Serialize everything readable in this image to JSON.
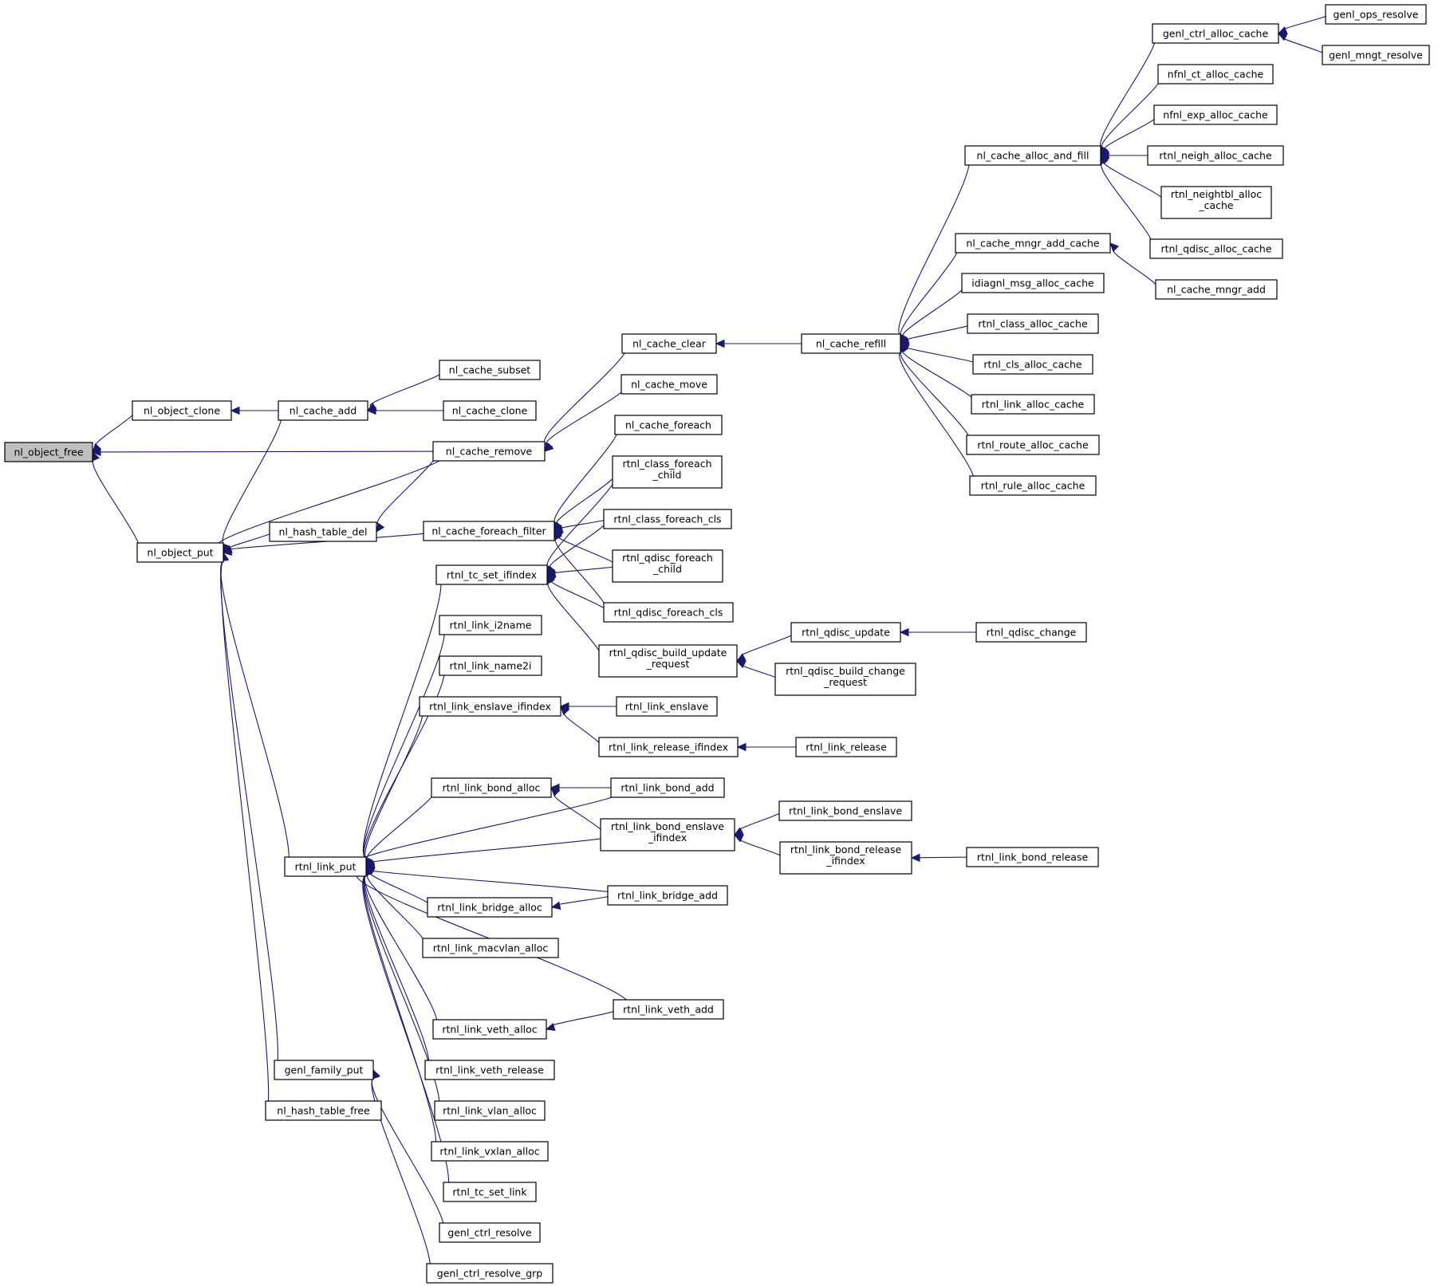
{
  "diagram": {
    "title": "Caller graph of nl_object_free",
    "edge_color": "#191970",
    "root_fill": "#bfbfbf",
    "nodes": [
      {
        "id": "nl_object_free",
        "label": "nl_object_free"
      },
      {
        "id": "nl_object_clone",
        "label": "nl_object_clone"
      },
      {
        "id": "nl_object_put",
        "label": "nl_object_put"
      },
      {
        "id": "nl_cache_add",
        "label": "nl_cache_add"
      },
      {
        "id": "nl_cache_remove",
        "label": "nl_cache_remove"
      },
      {
        "id": "nl_hash_table_del",
        "label": "nl_hash_table_del"
      },
      {
        "id": "nl_cache_foreach_filter",
        "label": "nl_cache_foreach_filter"
      },
      {
        "id": "rtnl_link_put",
        "label": "rtnl_link_put"
      },
      {
        "id": "genl_family_put",
        "label": "genl_family_put"
      },
      {
        "id": "nl_hash_table_free",
        "label": "nl_hash_table_free"
      },
      {
        "id": "nl_cache_subset",
        "label": "nl_cache_subset"
      },
      {
        "id": "nl_cache_clone",
        "label": "nl_cache_clone"
      },
      {
        "id": "nl_cache_clear",
        "label": "nl_cache_clear"
      },
      {
        "id": "nl_cache_move",
        "label": "nl_cache_move"
      },
      {
        "id": "nl_cache_foreach",
        "label": "nl_cache_foreach"
      },
      {
        "id": "rtnl_class_foreach_child",
        "label": "rtnl_class_foreach\n_child"
      },
      {
        "id": "rtnl_class_foreach_cls",
        "label": "rtnl_class_foreach_cls"
      },
      {
        "id": "rtnl_qdisc_foreach_child",
        "label": "rtnl_qdisc_foreach\n_child"
      },
      {
        "id": "rtnl_qdisc_foreach_cls",
        "label": "rtnl_qdisc_foreach_cls"
      },
      {
        "id": "rtnl_tc_set_ifindex",
        "label": "rtnl_tc_set_ifindex"
      },
      {
        "id": "rtnl_qdisc_build_update_request",
        "label": "rtnl_qdisc_build_update\n_request"
      },
      {
        "id": "rtnl_qdisc_update",
        "label": "rtnl_qdisc_update"
      },
      {
        "id": "rtnl_qdisc_build_change_request",
        "label": "rtnl_qdisc_build_change\n_request"
      },
      {
        "id": "rtnl_qdisc_change",
        "label": "rtnl_qdisc_change"
      },
      {
        "id": "rtnl_link_i2name",
        "label": "rtnl_link_i2name"
      },
      {
        "id": "rtnl_link_name2i",
        "label": "rtnl_link_name2i"
      },
      {
        "id": "rtnl_link_enslave_ifindex",
        "label": "rtnl_link_enslave_ifindex"
      },
      {
        "id": "rtnl_link_enslave",
        "label": "rtnl_link_enslave"
      },
      {
        "id": "rtnl_link_release_ifindex",
        "label": "rtnl_link_release_ifindex"
      },
      {
        "id": "rtnl_link_release",
        "label": "rtnl_link_release"
      },
      {
        "id": "rtnl_link_bond_alloc",
        "label": "rtnl_link_bond_alloc"
      },
      {
        "id": "rtnl_link_bond_add",
        "label": "rtnl_link_bond_add"
      },
      {
        "id": "rtnl_link_bond_enslave_ifindex",
        "label": "rtnl_link_bond_enslave\n_ifindex"
      },
      {
        "id": "rtnl_link_bond_enslave",
        "label": "rtnl_link_bond_enslave"
      },
      {
        "id": "rtnl_link_bond_release_ifindex",
        "label": "rtnl_link_bond_release\n_ifindex"
      },
      {
        "id": "rtnl_link_bond_release",
        "label": "rtnl_link_bond_release"
      },
      {
        "id": "rtnl_link_bridge_alloc",
        "label": "rtnl_link_bridge_alloc"
      },
      {
        "id": "rtnl_link_bridge_add",
        "label": "rtnl_link_bridge_add"
      },
      {
        "id": "rtnl_link_macvlan_alloc",
        "label": "rtnl_link_macvlan_alloc"
      },
      {
        "id": "rtnl_link_veth_alloc",
        "label": "rtnl_link_veth_alloc"
      },
      {
        "id": "rtnl_link_veth_add",
        "label": "rtnl_link_veth_add"
      },
      {
        "id": "rtnl_link_veth_release",
        "label": "rtnl_link_veth_release"
      },
      {
        "id": "rtnl_link_vlan_alloc",
        "label": "rtnl_link_vlan_alloc"
      },
      {
        "id": "rtnl_link_vxlan_alloc",
        "label": "rtnl_link_vxlan_alloc"
      },
      {
        "id": "rtnl_tc_set_link",
        "label": "rtnl_tc_set_link"
      },
      {
        "id": "genl_ctrl_resolve",
        "label": "genl_ctrl_resolve"
      },
      {
        "id": "genl_ctrl_resolve_grp",
        "label": "genl_ctrl_resolve_grp"
      },
      {
        "id": "nl_cache_refill",
        "label": "nl_cache_refill"
      },
      {
        "id": "nl_cache_alloc_and_fill",
        "label": "nl_cache_alloc_and_fill"
      },
      {
        "id": "nl_cache_mngr_add_cache",
        "label": "nl_cache_mngr_add_cache"
      },
      {
        "id": "idiagnl_msg_alloc_cache",
        "label": "idiagnl_msg_alloc_cache"
      },
      {
        "id": "rtnl_class_alloc_cache",
        "label": "rtnl_class_alloc_cache"
      },
      {
        "id": "rtnl_cls_alloc_cache",
        "label": "rtnl_cls_alloc_cache"
      },
      {
        "id": "rtnl_link_alloc_cache",
        "label": "rtnl_link_alloc_cache"
      },
      {
        "id": "rtnl_route_alloc_cache",
        "label": "rtnl_route_alloc_cache"
      },
      {
        "id": "rtnl_rule_alloc_cache",
        "label": "rtnl_rule_alloc_cache"
      },
      {
        "id": "genl_ctrl_alloc_cache",
        "label": "genl_ctrl_alloc_cache"
      },
      {
        "id": "genl_ops_resolve",
        "label": "genl_ops_resolve"
      },
      {
        "id": "genl_mngt_resolve",
        "label": "genl_mngt_resolve"
      },
      {
        "id": "nfnl_ct_alloc_cache",
        "label": "nfnl_ct_alloc_cache"
      },
      {
        "id": "nfnl_exp_alloc_cache",
        "label": "nfnl_exp_alloc_cache"
      },
      {
        "id": "rtnl_neigh_alloc_cache",
        "label": "rtnl_neigh_alloc_cache"
      },
      {
        "id": "rtnl_neightbl_alloc_cache",
        "label": "rtnl_neightbl_alloc\n_cache"
      },
      {
        "id": "rtnl_qdisc_alloc_cache",
        "label": "rtnl_qdisc_alloc_cache"
      },
      {
        "id": "nl_cache_mngr_add",
        "label": "nl_cache_mngr_add"
      }
    ],
    "edges": [
      [
        "nl_object_clone",
        "nl_object_free"
      ],
      [
        "nl_object_put",
        "nl_object_free"
      ],
      [
        "nl_cache_remove",
        "nl_object_free"
      ],
      [
        "nl_cache_add",
        "nl_object_clone"
      ],
      [
        "nl_cache_add",
        "nl_object_put"
      ],
      [
        "nl_cache_remove",
        "nl_object_put"
      ],
      [
        "nl_hash_table_del",
        "nl_object_put"
      ],
      [
        "nl_cache_foreach_filter",
        "nl_object_put"
      ],
      [
        "rtnl_link_put",
        "nl_object_put"
      ],
      [
        "genl_family_put",
        "nl_object_put"
      ],
      [
        "nl_hash_table_free",
        "nl_object_put"
      ],
      [
        "nl_cache_subset",
        "nl_cache_add"
      ],
      [
        "nl_cache_clone",
        "nl_cache_add"
      ],
      [
        "nl_cache_clear",
        "nl_cache_remove"
      ],
      [
        "nl_cache_move",
        "nl_cache_remove"
      ],
      [
        "nl_cache_remove",
        "nl_hash_table_del"
      ],
      [
        "nl_cache_refill",
        "nl_cache_clear"
      ],
      [
        "nl_cache_foreach",
        "nl_cache_foreach_filter"
      ],
      [
        "rtnl_class_foreach_child",
        "nl_cache_foreach_filter"
      ],
      [
        "rtnl_class_foreach_cls",
        "nl_cache_foreach_filter"
      ],
      [
        "rtnl_qdisc_foreach_child",
        "nl_cache_foreach_filter"
      ],
      [
        "rtnl_qdisc_foreach_cls",
        "nl_cache_foreach_filter"
      ],
      [
        "rtnl_class_foreach_child",
        "rtnl_tc_set_ifindex"
      ],
      [
        "rtnl_class_foreach_cls",
        "rtnl_tc_set_ifindex"
      ],
      [
        "rtnl_qdisc_foreach_child",
        "rtnl_tc_set_ifindex"
      ],
      [
        "rtnl_qdisc_foreach_cls",
        "rtnl_tc_set_ifindex"
      ],
      [
        "rtnl_qdisc_build_update_request",
        "rtnl_tc_set_ifindex"
      ],
      [
        "rtnl_qdisc_update",
        "rtnl_qdisc_build_update_request"
      ],
      [
        "rtnl_qdisc_build_change_request",
        "rtnl_qdisc_build_update_request"
      ],
      [
        "rtnl_qdisc_change",
        "rtnl_qdisc_update"
      ],
      [
        "rtnl_tc_set_ifindex",
        "rtnl_link_put"
      ],
      [
        "rtnl_link_i2name",
        "rtnl_link_put"
      ],
      [
        "rtnl_link_name2i",
        "rtnl_link_put"
      ],
      [
        "rtnl_link_enslave_ifindex",
        "rtnl_link_put"
      ],
      [
        "rtnl_link_enslave",
        "rtnl_link_enslave_ifindex"
      ],
      [
        "rtnl_link_release_ifindex",
        "rtnl_link_enslave_ifindex"
      ],
      [
        "rtnl_link_release",
        "rtnl_link_release_ifindex"
      ],
      [
        "rtnl_link_bond_add",
        "rtnl_link_put"
      ],
      [
        "rtnl_link_bond_alloc",
        "rtnl_link_put"
      ],
      [
        "rtnl_link_bond_add",
        "rtnl_link_bond_alloc"
      ],
      [
        "rtnl_link_bond_enslave_ifindex",
        "rtnl_link_bond_alloc"
      ],
      [
        "rtnl_link_bond_enslave_ifindex",
        "rtnl_link_put"
      ],
      [
        "rtnl_link_bond_enslave",
        "rtnl_link_bond_enslave_ifindex"
      ],
      [
        "rtnl_link_bond_release_ifindex",
        "rtnl_link_bond_enslave_ifindex"
      ],
      [
        "rtnl_link_bond_release",
        "rtnl_link_bond_release_ifindex"
      ],
      [
        "rtnl_link_bridge_add",
        "rtnl_link_put"
      ],
      [
        "rtnl_link_bridge_alloc",
        "rtnl_link_put"
      ],
      [
        "rtnl_link_bridge_add",
        "rtnl_link_bridge_alloc"
      ],
      [
        "rtnl_link_macvlan_alloc",
        "rtnl_link_put"
      ],
      [
        "rtnl_link_veth_add",
        "rtnl_link_put"
      ],
      [
        "rtnl_link_veth_alloc",
        "rtnl_link_put"
      ],
      [
        "rtnl_link_veth_add",
        "rtnl_link_veth_alloc"
      ],
      [
        "rtnl_link_veth_release",
        "rtnl_link_put"
      ],
      [
        "rtnl_link_vlan_alloc",
        "rtnl_link_put"
      ],
      [
        "rtnl_link_vxlan_alloc",
        "rtnl_link_put"
      ],
      [
        "rtnl_tc_set_link",
        "rtnl_link_put"
      ],
      [
        "genl_ctrl_resolve",
        "genl_family_put"
      ],
      [
        "genl_ctrl_resolve_grp",
        "genl_family_put"
      ],
      [
        "nl_cache_alloc_and_fill",
        "nl_cache_refill"
      ],
      [
        "nl_cache_mngr_add_cache",
        "nl_cache_refill"
      ],
      [
        "idiagnl_msg_alloc_cache",
        "nl_cache_refill"
      ],
      [
        "rtnl_class_alloc_cache",
        "nl_cache_refill"
      ],
      [
        "rtnl_cls_alloc_cache",
        "nl_cache_refill"
      ],
      [
        "rtnl_link_alloc_cache",
        "nl_cache_refill"
      ],
      [
        "rtnl_route_alloc_cache",
        "nl_cache_refill"
      ],
      [
        "rtnl_rule_alloc_cache",
        "nl_cache_refill"
      ],
      [
        "genl_ctrl_alloc_cache",
        "nl_cache_alloc_and_fill"
      ],
      [
        "nfnl_ct_alloc_cache",
        "nl_cache_alloc_and_fill"
      ],
      [
        "nfnl_exp_alloc_cache",
        "nl_cache_alloc_and_fill"
      ],
      [
        "rtnl_neigh_alloc_cache",
        "nl_cache_alloc_and_fill"
      ],
      [
        "rtnl_neightbl_alloc_cache",
        "nl_cache_alloc_and_fill"
      ],
      [
        "rtnl_qdisc_alloc_cache",
        "nl_cache_alloc_and_fill"
      ],
      [
        "genl_ops_resolve",
        "genl_ctrl_alloc_cache"
      ],
      [
        "genl_mngt_resolve",
        "genl_ctrl_alloc_cache"
      ],
      [
        "nl_cache_mngr_add",
        "nl_cache_mngr_add_cache"
      ]
    ]
  }
}
